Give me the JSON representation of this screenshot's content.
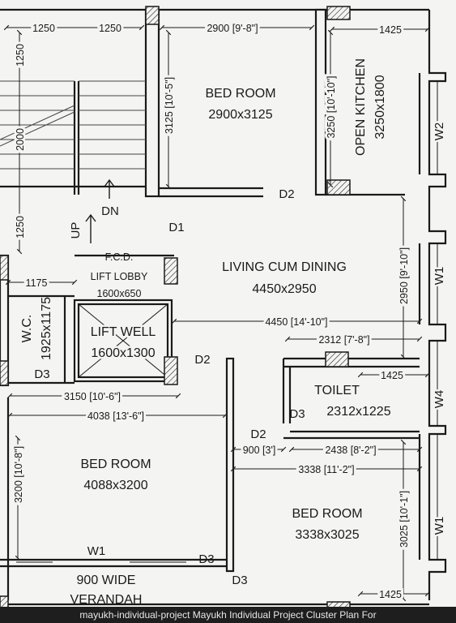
{
  "rooms": {
    "bed_room_top": {
      "name": "BED ROOM",
      "size": "2900x3125"
    },
    "open_kitchen": {
      "name": "OPEN KITCHEN",
      "size": "3250x1800"
    },
    "living": {
      "name": "LIVING CUM DINING",
      "size": "4450x2950"
    },
    "fcd": "F.C.D.",
    "lift_lobby": {
      "name": "LIFT LOBBY",
      "size": "1600x650"
    },
    "lift_well": {
      "name": "LIFT WELL",
      "size": "1600x1300"
    },
    "wc": {
      "name": "W.C.",
      "size": "1925x1175"
    },
    "toilet": {
      "name": "TOILET",
      "size": "2312x1225"
    },
    "bed_room_left": {
      "name": "BED ROOM",
      "size": "4088x3200"
    },
    "bed_room_right": {
      "name": "BED ROOM",
      "size": "3338x3025"
    },
    "verandah": {
      "line1": "900 WIDE",
      "line2": "VERANDAH"
    }
  },
  "stairs": {
    "dn": "DN",
    "up": "UP"
  },
  "doors": {
    "d1": "D1",
    "d2": "D2",
    "d3": "D3"
  },
  "windows": {
    "w1": "W1",
    "w2": "W2",
    "w4": "W4"
  },
  "dimensions": {
    "d1250": "1250",
    "d2000": "2000",
    "d2900": "2900 [9'-8\"]",
    "d1425": "1425",
    "d3125": "3125 [10'-5\"]",
    "d3250": "3250 [10'-10\"]",
    "d2950": "2950 [9'-10\"]",
    "d4450": "4450 [14'-10\"]",
    "d2312": "2312 [7'-8\"]",
    "d1175": "1175",
    "d3150": "3150 [10'-6\"]",
    "d4038": "4038 [13'-6\"]",
    "d3200": "3200 [10'-8\"]",
    "d900": "900 [3']",
    "d2438": "2438 [8'-2\"]",
    "d3338": "3338 [11'-2\"]",
    "d3025": "3025 [10'-1\"]"
  },
  "caption": "mayukh-individual-project Mayukh Individual Project Cluster Plan For"
}
